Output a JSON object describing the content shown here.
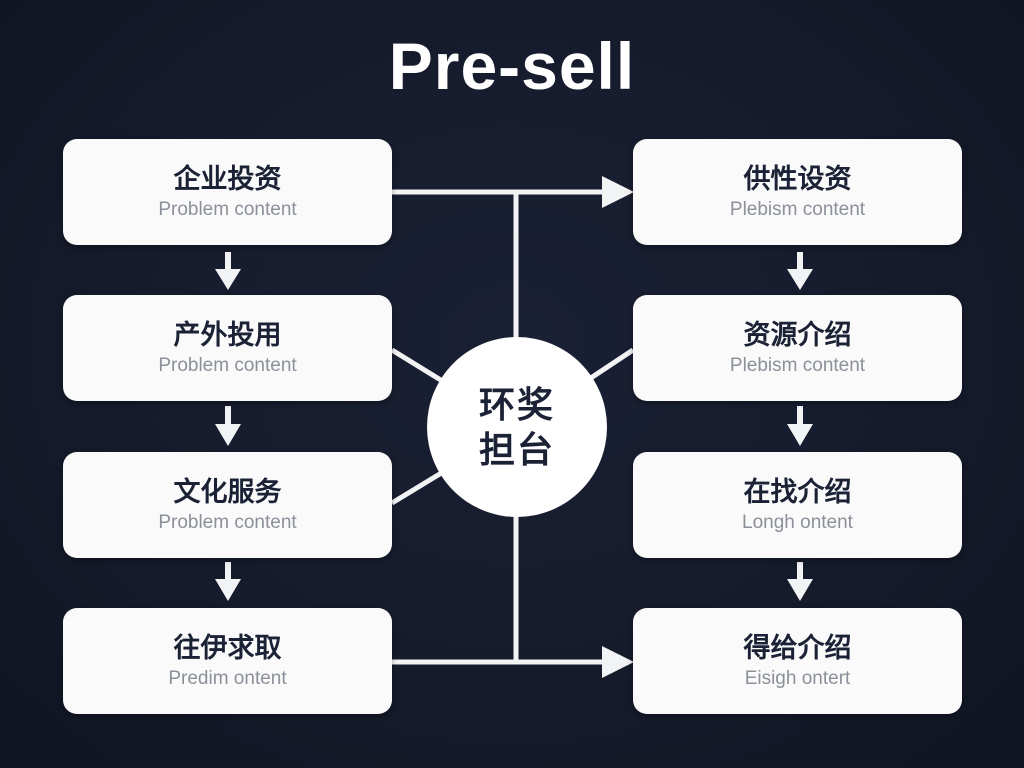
{
  "title": "Pre-sell",
  "colors": {
    "background": "#161b2c",
    "node_fill": "#fafafb",
    "node_title_text": "#1b2235",
    "node_subtitle_text": "#8b9099",
    "connector": "#f2f3f5",
    "title_text": "#ffffff"
  },
  "center_circle": {
    "line1": "环奖",
    "line2": "担台"
  },
  "left_column": [
    {
      "title": "企业投资",
      "subtitle": "Problem content"
    },
    {
      "title": "产外投用",
      "subtitle": "Problem content"
    },
    {
      "title": "文化服务",
      "subtitle": "Problem content"
    },
    {
      "title": "往伊求取",
      "subtitle": "Predim ontent"
    }
  ],
  "right_column": [
    {
      "title": "供性设资",
      "subtitle": "Plebism content"
    },
    {
      "title": "资源介绍",
      "subtitle": "Plebism content"
    },
    {
      "title": "在找介绍",
      "subtitle": "Longh ontent"
    },
    {
      "title": "得给介绍",
      "subtitle": "Eisigh ontert"
    }
  ]
}
